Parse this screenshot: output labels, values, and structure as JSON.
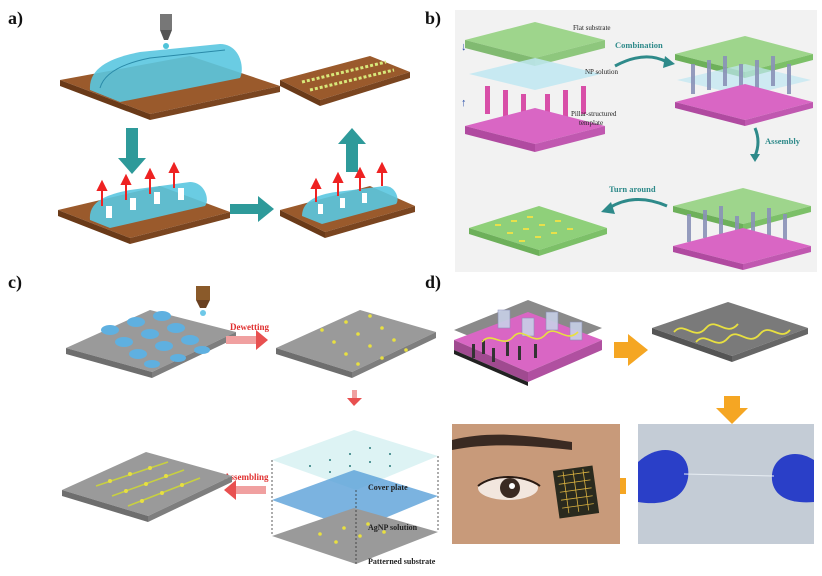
{
  "panels": {
    "a": {
      "label": "a)"
    },
    "b": {
      "label": "b)",
      "flat_substrate": "Flat substrate",
      "np_solution": "NP solution",
      "pillar_template": "Pillar-structured\ntemplate",
      "combination": "Combination",
      "assembly": "Assembly",
      "turn_around": "Turn around"
    },
    "c": {
      "label": "c)",
      "dewetting": "Dewetting",
      "assembling": "Assembling",
      "cover_plate": "Cover plate",
      "agnp_solution": "AgNP solution",
      "patterned_substrate": "Patterned substrate"
    },
    "d": {
      "label": "d)"
    }
  },
  "colors": {
    "brown": "#8a4a22",
    "teal_arrow": "#2e9a9a",
    "red_arrow": "#e8604a",
    "orange_arrow": "#f5a623",
    "green_plate": "#8fd07a",
    "magenta_plate": "#d966c4",
    "gray_plate": "#8a8a8a"
  }
}
